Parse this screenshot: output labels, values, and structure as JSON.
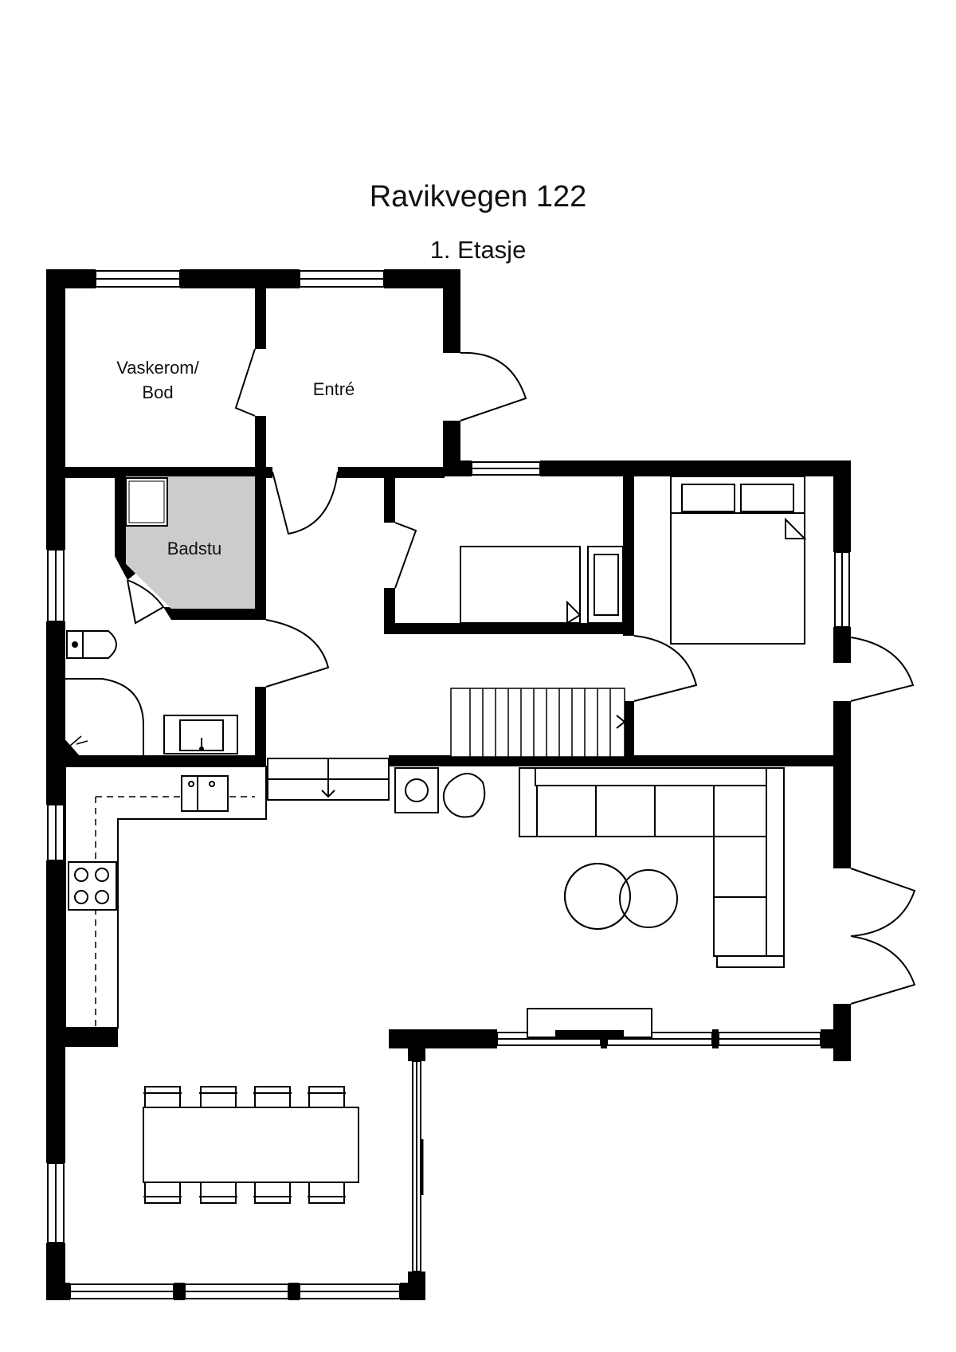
{
  "header": {
    "title": "Ravikvegen 122",
    "floor": "1. Etasje"
  },
  "rooms": {
    "vaskerom_line1": "Vaskerom/",
    "vaskerom_line2": "Bod",
    "entre": "Entré",
    "badstu": "Badstu"
  },
  "colors": {
    "wall": "#000000",
    "sauna_fill": "#cccccc",
    "background": "#ffffff"
  }
}
